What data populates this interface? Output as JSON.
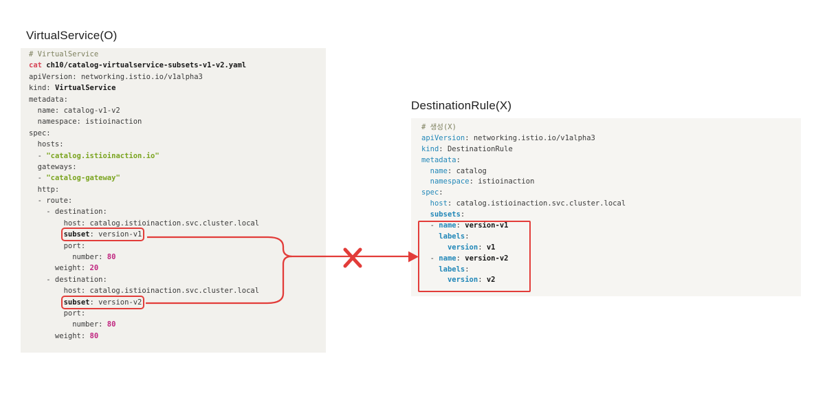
{
  "colors": {
    "red": "#e23c39",
    "key-blue": "#2187b8",
    "string-green": "#7aa41f",
    "number-magenta": "#c02680",
    "comment-olive": "#7e815f",
    "cat-red": "#d64456",
    "code-text": "#3a3a3a",
    "bold-text": "#161616",
    "left-bg": "#f2f1ed",
    "right-bg": "#f6f5f2",
    "title-color": "#1d1d1d"
  },
  "left_panel": {
    "title": "VirtualService(O)",
    "code": {
      "lines": [
        [
          {
            "c": "cm",
            "t": "# VirtualService"
          }
        ],
        [
          {
            "c": "red",
            "t": "cat"
          },
          {
            "c": "b",
            "t": " ch10/catalog-virtualservice-subsets-v1-v2.yaml"
          }
        ],
        [
          {
            "t": "apiVersion: networking.istio.io/v1alpha3"
          }
        ],
        [
          {
            "t": "kind: "
          },
          {
            "c": "b",
            "t": "VirtualService"
          }
        ],
        [
          {
            "t": "metadata:"
          }
        ],
        [
          {
            "t": "  name: catalog-v1-v2"
          }
        ],
        [
          {
            "t": "  namespace: istioinaction"
          }
        ],
        [
          {
            "t": "spec:"
          }
        ],
        [
          {
            "t": "  hosts:"
          }
        ],
        [
          {
            "t": "  - "
          },
          {
            "c": "str",
            "t": "\"catalog.istioinaction.io\""
          }
        ],
        [
          {
            "t": "  gateways:"
          }
        ],
        [
          {
            "t": "  - "
          },
          {
            "c": "str",
            "t": "\"catalog-gateway\""
          }
        ],
        [
          {
            "t": "  http:"
          }
        ],
        [
          {
            "t": "  - route:"
          }
        ],
        [
          {
            "t": "    - destination:"
          }
        ],
        [
          {
            "t": "        host: catalog.istioinaction.svc.cluster.local"
          }
        ],
        [
          {
            "t": "        "
          },
          {
            "c": "boxseg",
            "s": [
              {
                "c": "b",
                "t": "subset"
              },
              {
                "t": ": version-v1"
              }
            ]
          }
        ],
        [
          {
            "t": "        port:"
          }
        ],
        [
          {
            "t": "          number: "
          },
          {
            "c": "num",
            "t": "80"
          }
        ],
        [
          {
            "t": "      weight: "
          },
          {
            "c": "num",
            "t": "20"
          }
        ],
        [
          {
            "t": "    - destination:"
          }
        ],
        [
          {
            "t": "        host: catalog.istioinaction.svc.cluster.local"
          }
        ],
        [
          {
            "t": "        "
          },
          {
            "c": "boxseg",
            "s": [
              {
                "c": "b",
                "t": "subset"
              },
              {
                "t": ": version-v2"
              }
            ]
          }
        ],
        [
          {
            "t": "        port:"
          }
        ],
        [
          {
            "t": "          number: "
          },
          {
            "c": "num",
            "t": "80"
          }
        ],
        [
          {
            "t": "      weight: "
          },
          {
            "c": "num",
            "t": "80"
          }
        ]
      ]
    }
  },
  "right_panel": {
    "title": "DestinationRule(X)",
    "code": {
      "lines": [
        [
          {
            "c": "cm",
            "t": "# 생성(X)"
          }
        ],
        [
          {
            "c": "k",
            "t": "apiVersion"
          },
          {
            "t": ": networking.istio.io/v1alpha3"
          }
        ],
        [
          {
            "c": "k",
            "t": "kind"
          },
          {
            "t": ": DestinationRule"
          }
        ],
        [
          {
            "c": "k",
            "t": "metadata"
          },
          {
            "t": ":"
          }
        ],
        [
          {
            "t": "  "
          },
          {
            "c": "k",
            "t": "name"
          },
          {
            "t": ": catalog"
          }
        ],
        [
          {
            "t": "  "
          },
          {
            "c": "k",
            "t": "namespace"
          },
          {
            "t": ": istioinaction"
          }
        ],
        [
          {
            "c": "k",
            "t": "spec"
          },
          {
            "t": ":"
          }
        ],
        [
          {
            "t": "  "
          },
          {
            "c": "k",
            "t": "host"
          },
          {
            "t": ": catalog.istioinaction.svc.cluster.local"
          }
        ],
        [
          {
            "t": "  "
          },
          {
            "c": "kb",
            "t": "subsets"
          },
          {
            "t": ":"
          }
        ],
        [
          {
            "t": "  - "
          },
          {
            "c": "kb",
            "t": "name"
          },
          {
            "t": ": "
          },
          {
            "c": "b",
            "t": "version-v1"
          }
        ],
        [
          {
            "t": "    "
          },
          {
            "c": "kb",
            "t": "labels"
          },
          {
            "t": ":"
          }
        ],
        [
          {
            "t": "      "
          },
          {
            "c": "kb",
            "t": "version"
          },
          {
            "t": ": "
          },
          {
            "c": "b",
            "t": "v1"
          }
        ],
        [
          {
            "t": "  - "
          },
          {
            "c": "kb",
            "t": "name"
          },
          {
            "t": ": "
          },
          {
            "c": "b",
            "t": "version-v2"
          }
        ],
        [
          {
            "t": "    "
          },
          {
            "c": "kb",
            "t": "labels"
          },
          {
            "t": ":"
          }
        ],
        [
          {
            "t": "      "
          },
          {
            "c": "kb",
            "t": "version"
          },
          {
            "t": ": "
          },
          {
            "c": "b",
            "t": "v2"
          }
        ]
      ]
    }
  },
  "connector": {
    "x_icon": "x-cross-icon",
    "arrow_icon": "arrow-right-icon"
  }
}
